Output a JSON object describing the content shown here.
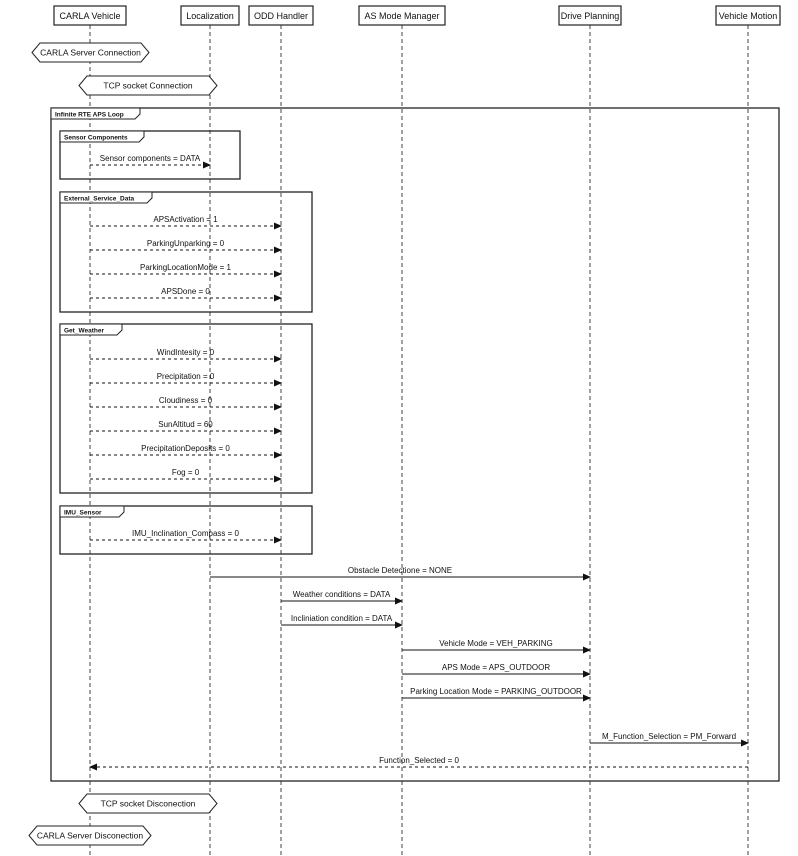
{
  "participants": [
    {
      "id": "carla",
      "label": "CARLA Vehicle"
    },
    {
      "id": "loc",
      "label": "Localization"
    },
    {
      "id": "odd",
      "label": "ODD Handler"
    },
    {
      "id": "asm",
      "label": "AS Mode Manager"
    },
    {
      "id": "dp",
      "label": "Drive Planning"
    },
    {
      "id": "vm",
      "label": "Vehicle Motion"
    }
  ],
  "hexagons": [
    {
      "id": "hex-server-connection",
      "label": "CARLA Server Connection"
    },
    {
      "id": "hex-tcp-connection",
      "label": "TCP socket Connection"
    },
    {
      "id": "hex-tcp-disconnection",
      "label": "TCP socket Disconection"
    },
    {
      "id": "hex-server-disconnection",
      "label": "CARLA Server Disconection"
    }
  ],
  "frames": [
    {
      "id": "loop",
      "label": "Infinite RTE APS Loop"
    },
    {
      "id": "sensor",
      "label": "Sensor Components"
    },
    {
      "id": "external",
      "label": "External_Service_Data"
    },
    {
      "id": "weather",
      "label": "Get_Weather"
    },
    {
      "id": "imu",
      "label": "IMU_Sensor"
    }
  ],
  "messages": [
    {
      "from": "carla",
      "to": "loc",
      "label": "Sensor components = DATA",
      "style": "dashed"
    },
    {
      "from": "carla",
      "to": "odd",
      "label": "APSActivation = 1",
      "style": "dashed"
    },
    {
      "from": "carla",
      "to": "odd",
      "label": "ParkingUnparking = 0",
      "style": "dashed"
    },
    {
      "from": "carla",
      "to": "odd",
      "label": "ParkingLocationMode = 1",
      "style": "dashed"
    },
    {
      "from": "carla",
      "to": "odd",
      "label": "APSDone = 0",
      "style": "dashed"
    },
    {
      "from": "carla",
      "to": "odd",
      "label": "WindIntesity = 0",
      "style": "dashed"
    },
    {
      "from": "carla",
      "to": "odd",
      "label": "Precipitation = 0",
      "style": "dashed"
    },
    {
      "from": "carla",
      "to": "odd",
      "label": "Cloudiness = 0",
      "style": "dashed"
    },
    {
      "from": "carla",
      "to": "odd",
      "label": "SunAltitud = 60",
      "style": "dashed"
    },
    {
      "from": "carla",
      "to": "odd",
      "label": "PrecipitationDeposits = 0",
      "style": "dashed"
    },
    {
      "from": "carla",
      "to": "odd",
      "label": "Fog = 0",
      "style": "dashed"
    },
    {
      "from": "carla",
      "to": "odd",
      "label": "IMU_Inclination_Compass = 0",
      "style": "dashed"
    },
    {
      "from": "loc",
      "to": "dp",
      "label": "Obstacle Detectione = NONE",
      "style": "solid"
    },
    {
      "from": "odd",
      "to": "asm",
      "label": "Weather conditions = DATA",
      "style": "solid"
    },
    {
      "from": "odd",
      "to": "asm",
      "label": "Incliniation condition = DATA",
      "style": "solid"
    },
    {
      "from": "asm",
      "to": "dp",
      "label": "Vehicle Mode = VEH_PARKING",
      "style": "solid"
    },
    {
      "from": "asm",
      "to": "dp",
      "label": "APS Mode = APS_OUTDOOR",
      "style": "solid"
    },
    {
      "from": "asm",
      "to": "dp",
      "label": "Parking Location Mode = PARKING_OUTDOOR",
      "style": "solid"
    },
    {
      "from": "dp",
      "to": "vm",
      "label": "M_Function_Selection =  PM_Forward",
      "style": "solid"
    },
    {
      "from": "vm",
      "to": "carla",
      "label": "Function_Selected = 0",
      "style": "dashed"
    }
  ]
}
